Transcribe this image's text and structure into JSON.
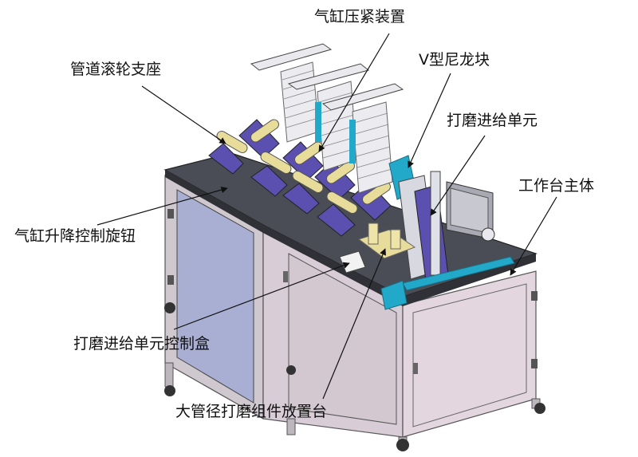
{
  "labels": {
    "cylinder_clamp": "气缸压紧装置",
    "v_nylon_block": "V型尼龙块",
    "roller_support": "管道滚轮支座",
    "grinding_feed_unit": "打磨进给单元",
    "workbench_body": "工作台主体",
    "lift_knob": "气缸升降控制旋钮",
    "feed_control_box": "打磨进给单元控制盒",
    "component_stand": "大管径打磨组件放置台"
  },
  "colors": {
    "tabletop": "#4a4d55",
    "frame": "#c9c2c8",
    "door_left": "#a9afd2",
    "door_front": "#e3d6df",
    "roller_stand": "#5b4fb0",
    "roller": "#e8dc9a",
    "cyan_part": "#22a8c8",
    "clamp_plate": "#e9e9ee"
  }
}
